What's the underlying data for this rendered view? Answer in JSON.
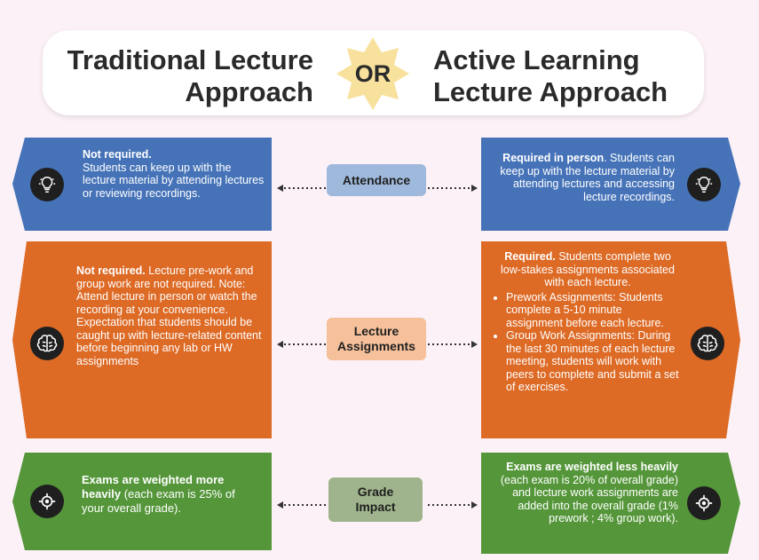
{
  "header": {
    "left_title_line1": "Traditional Lecture",
    "left_title_line2": "Approach",
    "or_label": "OR",
    "right_title_line1": "Active Learning",
    "right_title_line2": "Lecture Approach"
  },
  "colors": {
    "blue": "#4673b8",
    "orange": "#dd6a25",
    "green": "#55963a",
    "attendance_label": "#9fb9dc",
    "assignments_label": "#f5c09a",
    "grade_label": "#9fb48c",
    "or_badge": "#f7e19c"
  },
  "rows": {
    "attendance": {
      "label": "Attendance",
      "icon": "lightbulb-icon",
      "left": {
        "bold": "Not required.",
        "text": "Students can keep up with the lecture material by attending lectures or reviewing recordings."
      },
      "right": {
        "bold": "Required in person",
        "text": ". Students can keep up with the lecture material by attending lectures and accessing lecture recordings."
      }
    },
    "assignments": {
      "label_line1": "Lecture",
      "label_line2": "Assignments",
      "icon": "brain-icon",
      "left": {
        "bold": "Not required.",
        "text": " Lecture pre-work and group work are not required. Note: Attend lecture in person or watch the recording at your convenience. Expectation that students should be caught up with lecture-related content before beginning any lab or HW assignments"
      },
      "right": {
        "bold": "Required.",
        "text": " Students complete two low-stakes assignments associated with each lecture.",
        "bullets": [
          "Prework Assignments: Students complete a 5-10 minute assignment before each lecture.",
          "Group Work Assignments: During the last 30 minutes of each lecture meeting, students will work with peers to complete and submit a set of exercises."
        ]
      }
    },
    "grade": {
      "label_line1": "Grade",
      "label_line2": "Impact",
      "icon": "target-icon",
      "left": {
        "bold": "Exams are weighted more heavily",
        "text": "  (each exam is 25% of your overall grade)."
      },
      "right": {
        "bold": "Exams are weighted less heavily",
        "text": " (each exam is 20% of overall grade) and lecture work assignments are added into the overall grade (1% prework ; 4% group work)."
      }
    }
  }
}
